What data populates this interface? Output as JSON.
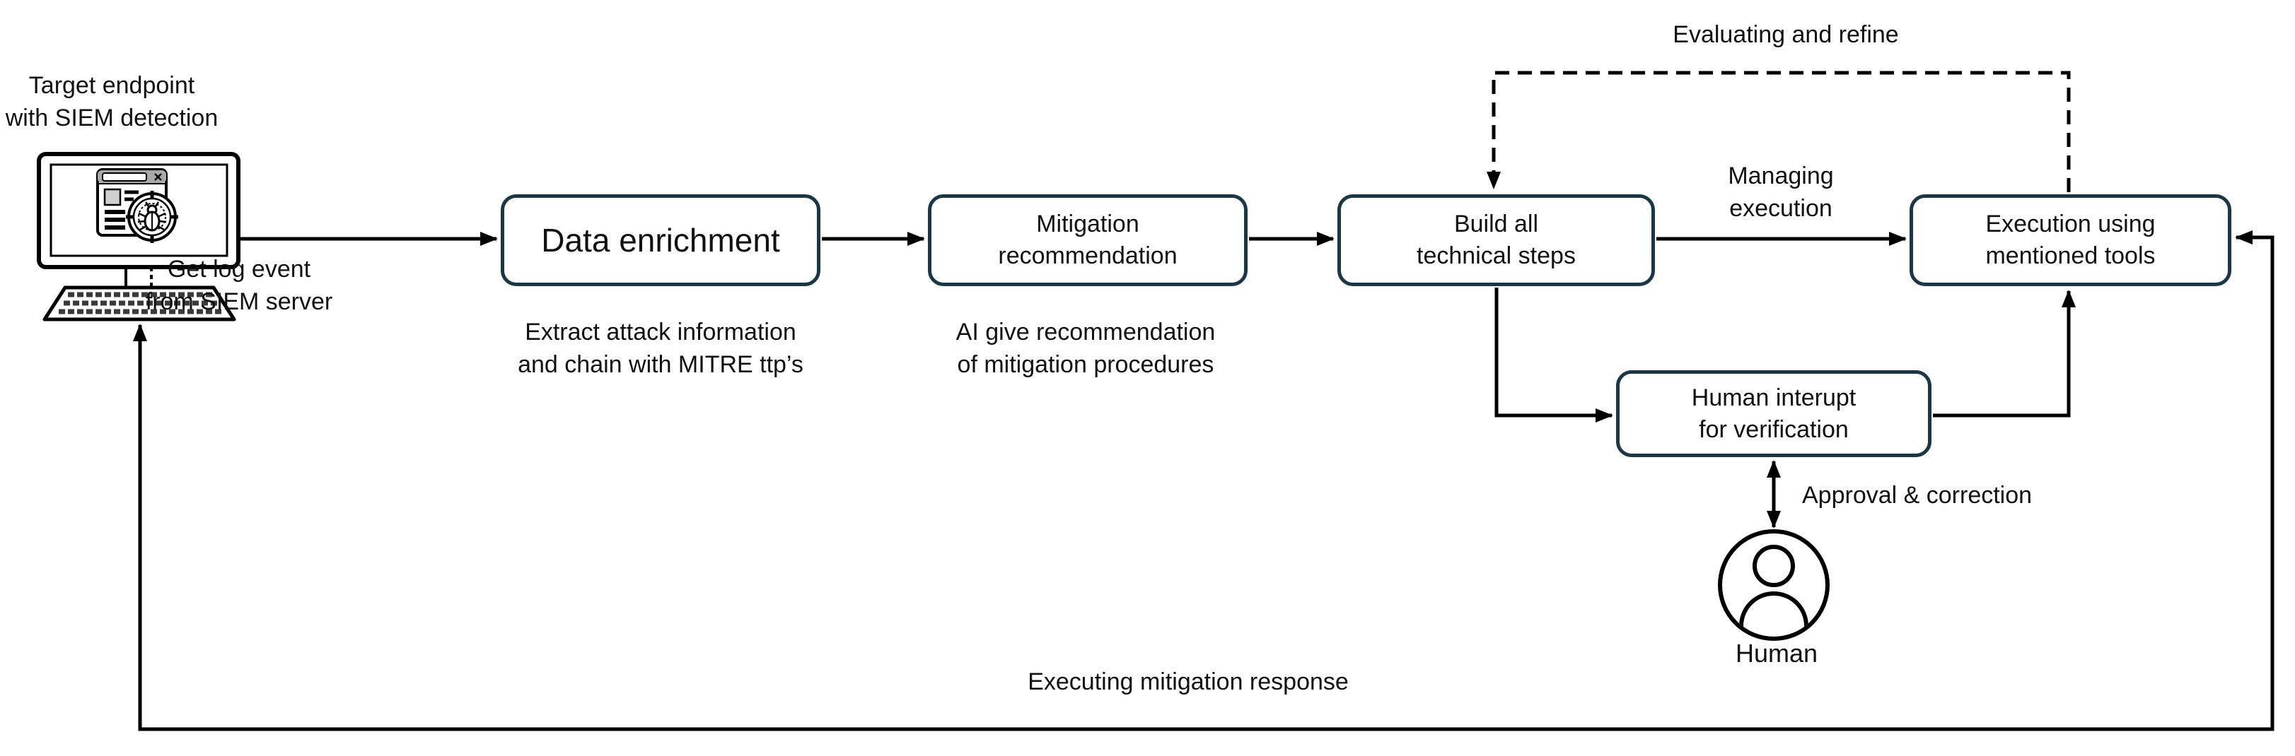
{
  "diagram": {
    "endpoint": {
      "caption_line1": "Target endpoint",
      "caption_line2": "with SIEM detection"
    },
    "nodes": {
      "data_enrichment": {
        "label": "Data enrichment"
      },
      "mitigation_recommendation": {
        "line1": "Mitigation",
        "line2": "recommendation"
      },
      "build_steps": {
        "line1": "Build all",
        "line2": "technical steps"
      },
      "execution_tools": {
        "line1": "Execution using",
        "line2": "mentioned tools"
      },
      "human_interrupt": {
        "line1": "Human interupt",
        "line2": "for verification"
      }
    },
    "edge_labels": {
      "get_log": {
        "line1": "Get log event",
        "line2": "from SIEM server"
      },
      "extract": {
        "line1": "Extract attack information",
        "line2": "and chain with MITRE ttp’s"
      },
      "ai_give": {
        "line1": "AI give recommendation",
        "line2": "of mitigation procedures"
      },
      "managing": {
        "line1": "Managing",
        "line2": "execution"
      },
      "evaluating": "Evaluating and refine",
      "approval": "Approval & correction",
      "executing": "Executing mitigation response"
    },
    "human_label": "Human",
    "colors": {
      "box_border": "#1b3745",
      "line": "#000000",
      "text": "#111111",
      "background": "#ffffff"
    }
  }
}
